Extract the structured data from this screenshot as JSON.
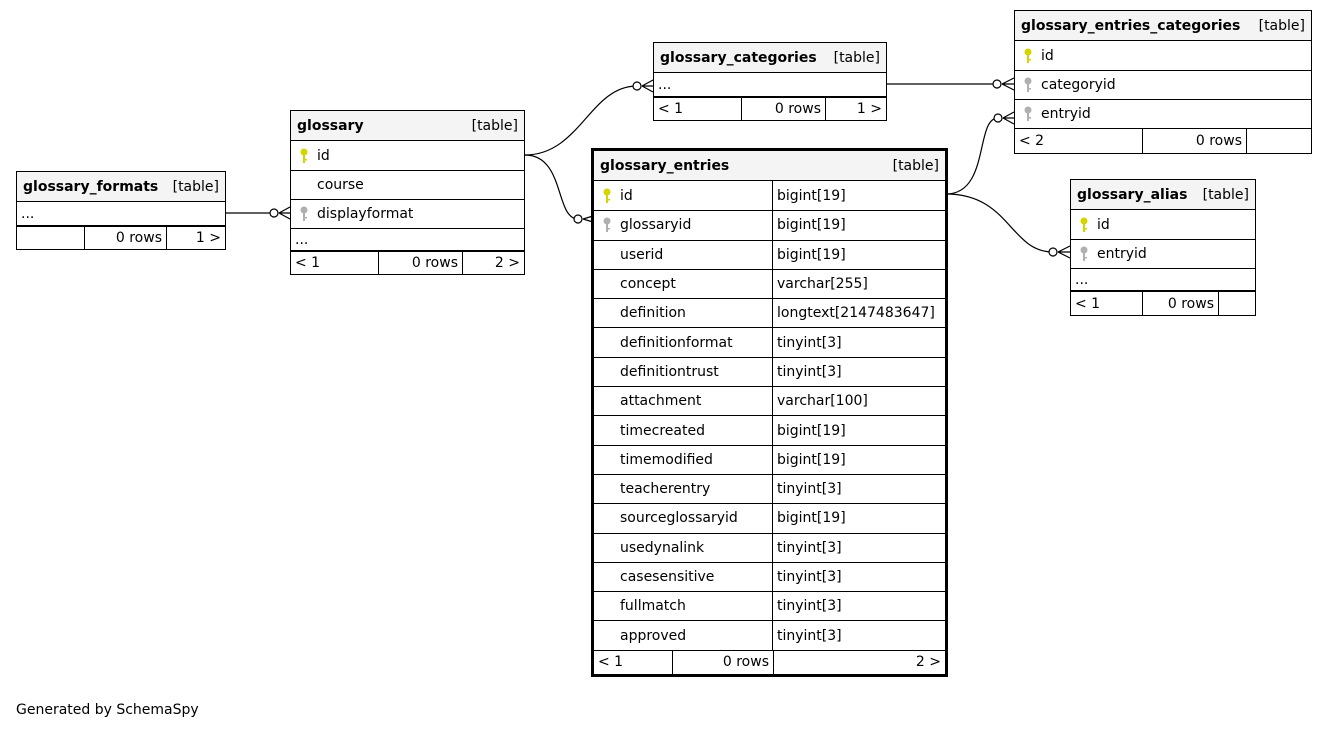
{
  "tables": {
    "glossary_formats": {
      "name": "glossary_formats",
      "type": "[table]",
      "ellipsis": "...",
      "footer": {
        "left": "",
        "rows": "0 rows",
        "right": "1 >"
      }
    },
    "glossary": {
      "name": "glossary",
      "type": "[table]",
      "columns": [
        {
          "name": "id",
          "key": "primary"
        },
        {
          "name": "course",
          "key": "none"
        },
        {
          "name": "displayformat",
          "key": "foreign"
        }
      ],
      "ellipsis": "...",
      "footer": {
        "left": "< 1",
        "rows": "0 rows",
        "right": "2 >"
      }
    },
    "glossary_categories": {
      "name": "glossary_categories",
      "type": "[table]",
      "ellipsis": "...",
      "footer": {
        "left": "< 1",
        "rows": "0 rows",
        "right": "1 >"
      }
    },
    "glossary_entries": {
      "name": "glossary_entries",
      "type": "[table]",
      "columns": [
        {
          "name": "id",
          "type": "bigint[19]",
          "key": "primary"
        },
        {
          "name": "glossaryid",
          "type": "bigint[19]",
          "key": "foreign"
        },
        {
          "name": "userid",
          "type": "bigint[19]",
          "key": "none"
        },
        {
          "name": "concept",
          "type": "varchar[255]",
          "key": "none"
        },
        {
          "name": "definition",
          "type": "longtext[2147483647]",
          "key": "none"
        },
        {
          "name": "definitionformat",
          "type": "tinyint[3]",
          "key": "none"
        },
        {
          "name": "definitiontrust",
          "type": "tinyint[3]",
          "key": "none"
        },
        {
          "name": "attachment",
          "type": "varchar[100]",
          "key": "none"
        },
        {
          "name": "timecreated",
          "type": "bigint[19]",
          "key": "none"
        },
        {
          "name": "timemodified",
          "type": "bigint[19]",
          "key": "none"
        },
        {
          "name": "teacherentry",
          "type": "tinyint[3]",
          "key": "none"
        },
        {
          "name": "sourceglossaryid",
          "type": "bigint[19]",
          "key": "none"
        },
        {
          "name": "usedynalink",
          "type": "tinyint[3]",
          "key": "none"
        },
        {
          "name": "casesensitive",
          "type": "tinyint[3]",
          "key": "none"
        },
        {
          "name": "fullmatch",
          "type": "tinyint[3]",
          "key": "none"
        },
        {
          "name": "approved",
          "type": "tinyint[3]",
          "key": "none"
        }
      ],
      "footer": {
        "left": "< 1",
        "rows": "0 rows",
        "right": "2 >"
      }
    },
    "glossary_entries_categories": {
      "name": "glossary_entries_categories",
      "type": "[table]",
      "columns": [
        {
          "name": "id",
          "key": "primary"
        },
        {
          "name": "categoryid",
          "key": "foreign"
        },
        {
          "name": "entryid",
          "key": "foreign"
        }
      ],
      "footer": {
        "left": "< 2",
        "rows": "0 rows",
        "right": ""
      }
    },
    "glossary_alias": {
      "name": "glossary_alias",
      "type": "[table]",
      "columns": [
        {
          "name": "id",
          "key": "primary"
        },
        {
          "name": "entryid",
          "key": "foreign"
        }
      ],
      "ellipsis": "...",
      "footer": {
        "left": "< 1",
        "rows": "0 rows",
        "right": ""
      }
    }
  },
  "colors": {
    "primary_key": "#d4d400",
    "foreign_key": "#b0b0b0",
    "header_bg": "#f4f4f4"
  },
  "footer_note": "Generated by SchemaSpy"
}
